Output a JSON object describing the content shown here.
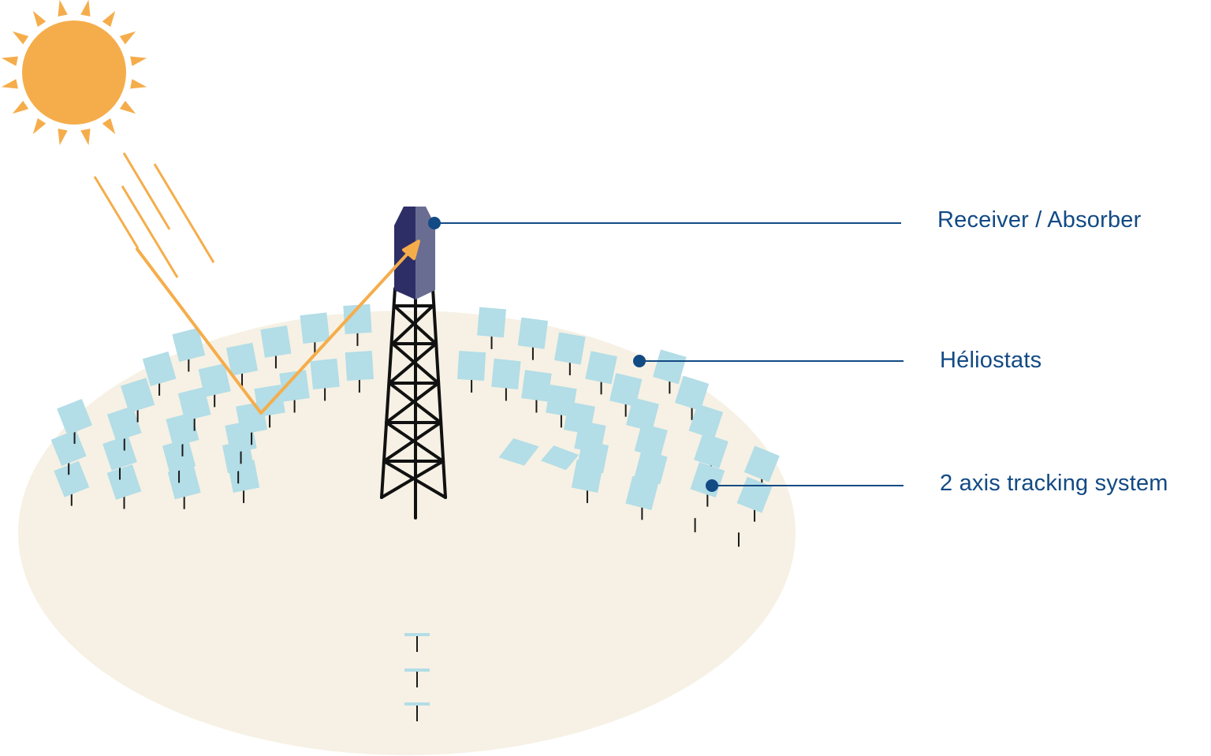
{
  "colors": {
    "sun": "#f5ad4b",
    "ray": "#f5ad4b",
    "field": "#f6f1e4",
    "mirror": "#b3dde7",
    "post": "#1a1a1a",
    "tower": "#111111",
    "receiver_dark": "#2d2e66",
    "receiver_light": "#6a6d92",
    "callout": "#124a84"
  },
  "callouts": {
    "receiver": "Receiver / Absorber",
    "heliostats": "Héliostats",
    "tracking": "2 axis tracking system"
  },
  "icons": [
    "sun-icon",
    "tower-icon",
    "receiver-icon",
    "heliostat-icon"
  ]
}
